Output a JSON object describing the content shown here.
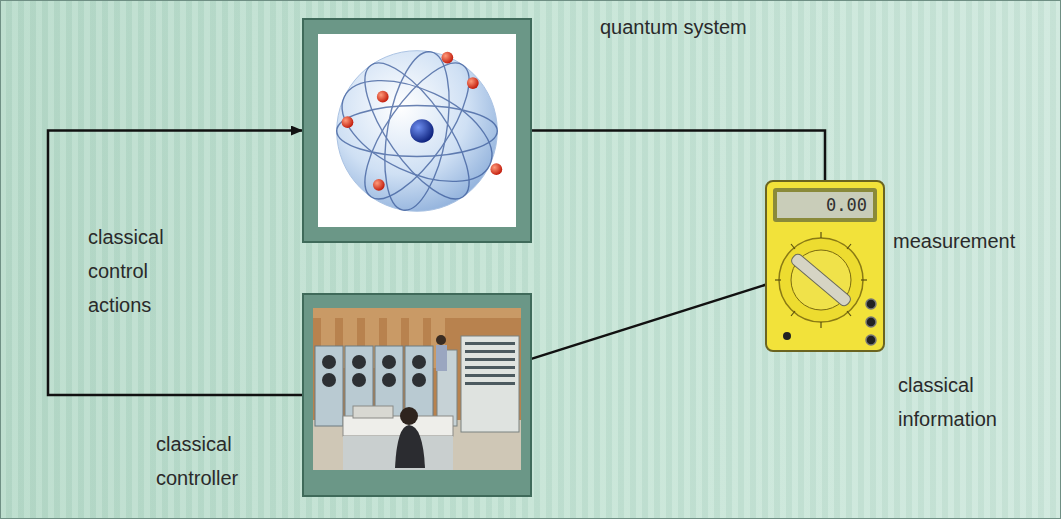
{
  "diagram": {
    "nodes": [
      {
        "text": [
          "quantum system"
        ]
      },
      {
        "text": [
          "0.00",
          "measurement"
        ]
      },
      {
        "text": [
          "classical controller"
        ]
      }
    ],
    "edges": [
      {
        "from": 0,
        "to": 1,
        "arrow": "none"
      },
      {
        "from": 1,
        "to": 2,
        "arrow": "to",
        "label": "classical information"
      },
      {
        "from": 2,
        "to": 0,
        "arrow": "to",
        "label": "classical control actions"
      }
    ]
  }
}
